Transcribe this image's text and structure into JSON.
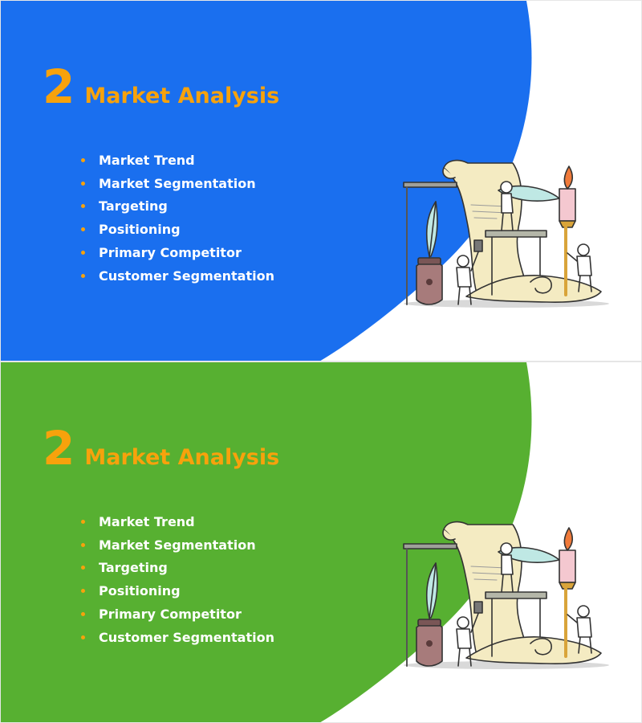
{
  "colors": {
    "accent": "#F7A20C",
    "blue_slide": "#1A6FEF",
    "green_slide": "#57B031",
    "text_light": "#FFFFFF"
  },
  "slides": [
    {
      "number": "2",
      "title": "Market Analysis",
      "background": "blue",
      "items": [
        "Market Trend",
        "Market Segmentation",
        "Targeting",
        "Positioning",
        "Primary Competitor",
        "Customer Segmentation"
      ]
    },
    {
      "number": "2",
      "title": "Market Analysis",
      "background": "green",
      "items": [
        "Market Trend",
        "Market Segmentation",
        "Targeting",
        "Positioning",
        "Primary Competitor",
        "Customer Segmentation"
      ]
    }
  ]
}
